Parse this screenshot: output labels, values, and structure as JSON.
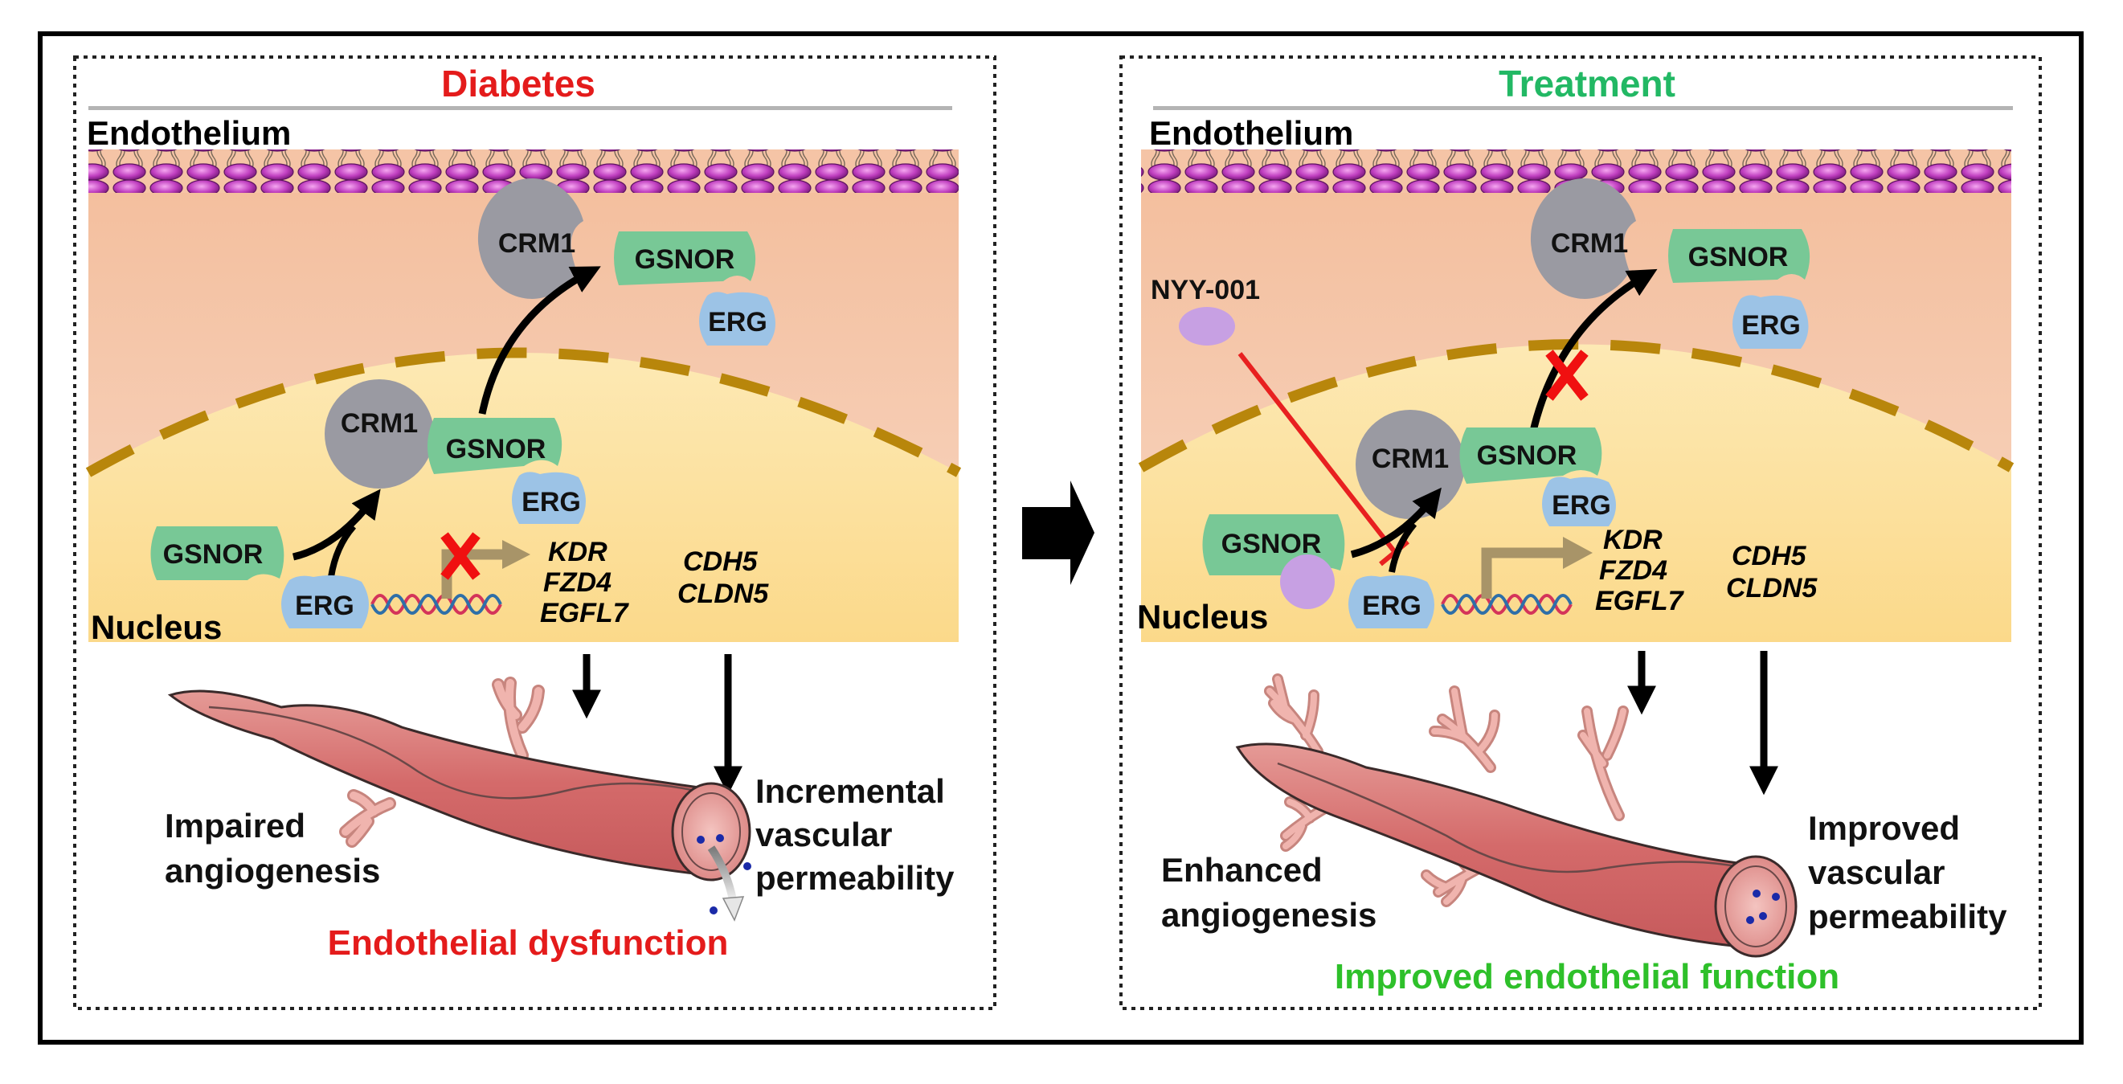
{
  "figure": {
    "colors": {
      "diabetes": "#e41b1b",
      "treatment": "#22b864",
      "summary_treatment": "#2ec02a",
      "cytoplasm": "#f5c4a6",
      "nucleus": "#fde3a0",
      "nuclear_envelope": "#b8860b",
      "crm1": "#9a9aa2",
      "gsnor": "#78c896",
      "erg": "#9cc3e6",
      "drug": "#c7a0e3",
      "inhibit": "#e82020",
      "vessel": "#d67070"
    },
    "panels": [
      {
        "id": "diabetes",
        "title": "Diabetes",
        "compartment_top": "Endothelium",
        "compartment_bottom": "Nucleus",
        "proteins": {
          "crm1_cyto": "CRM1",
          "gsnor_cyto": "GSNOR",
          "erg_cyto": "ERG",
          "crm1_nuc": "CRM1",
          "gsnor_nuc": "GSNOR",
          "erg_nuc": "ERG",
          "gsnor_free": "GSNOR",
          "erg_dna": "ERG"
        },
        "genes_group1": [
          "KDR",
          "FZD4",
          "EGFL7"
        ],
        "genes_group2": [
          "CDH5",
          "CLDN5"
        ],
        "transcription_blocked": true,
        "export_blocked": false,
        "outcome_left": [
          "Impaired",
          "angiogenesis"
        ],
        "outcome_right": [
          "Incremental",
          "vascular",
          "permeability"
        ],
        "summary": "Endothelial dysfunction"
      },
      {
        "id": "treatment",
        "title": "Treatment",
        "compartment_top": "Endothelium",
        "compartment_bottom": "Nucleus",
        "drug": "NYY-001",
        "proteins": {
          "crm1_cyto": "CRM1",
          "gsnor_cyto": "GSNOR",
          "erg_cyto": "ERG",
          "crm1_nuc": "CRM1",
          "gsnor_nuc": "GSNOR",
          "erg_nuc": "ERG",
          "gsnor_free": "GSNOR",
          "erg_dna": "ERG"
        },
        "genes_group1": [
          "KDR",
          "FZD4",
          "EGFL7"
        ],
        "genes_group2": [
          "CDH5",
          "CLDN5"
        ],
        "transcription_blocked": false,
        "export_blocked": true,
        "outcome_left": [
          "Enhanced",
          "angiogenesis"
        ],
        "outcome_right": [
          "Improved",
          "vascular",
          "permeability"
        ],
        "summary": "Improved endothelial function"
      }
    ]
  }
}
